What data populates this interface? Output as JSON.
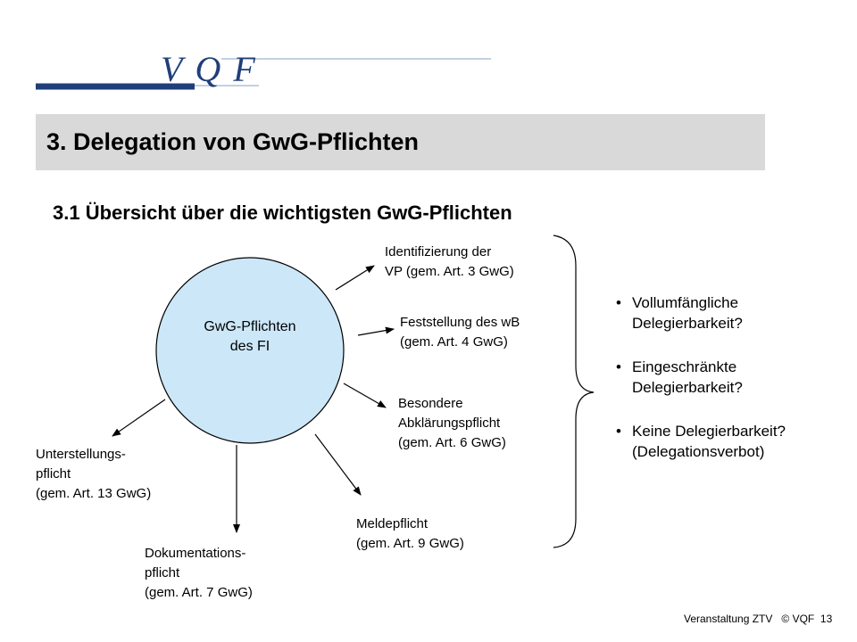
{
  "logo": {
    "text": "VQF",
    "color": "#1f3f7a"
  },
  "header": {
    "title": "3. Delegation von GwG-Pflichten",
    "title_background": "#d9d9d9"
  },
  "subtitle": "3.1 Übersicht über die wichtigsten GwG-Pflichten",
  "diagram": {
    "center": {
      "line1": "GwG-Pflichten",
      "line2": "des FI",
      "fill": "#cce7f8"
    },
    "duties": [
      {
        "lines": [
          "Identifizierung der",
          "VP (gem. Art. 3 GwG)"
        ]
      },
      {
        "lines": [
          "Feststellung des wB",
          "(gem. Art. 4 GwG)"
        ]
      },
      {
        "lines": [
          "Besondere",
          "Abklärungspflicht",
          "(gem. Art. 6 GwG)"
        ]
      },
      {
        "lines": [
          "Meldepflicht",
          "(gem. Art. 9 GwG)"
        ]
      },
      {
        "lines": [
          "Dokumentations-",
          "pflicht",
          "(gem. Art. 7 GwG)"
        ]
      },
      {
        "lines": [
          "Unterstellungs-",
          "pflicht",
          "(gem. Art. 13 GwG)"
        ]
      }
    ]
  },
  "options": [
    {
      "line1": "Vollumfängliche",
      "line2": "Delegierbarkeit?"
    },
    {
      "line1": "Eingeschränkte",
      "line2": "Delegierbarkeit?"
    },
    {
      "line1": "Keine Delegierbarkeit?",
      "line2": "(Delegationsverbot)"
    }
  ],
  "footer": {
    "event": "Veranstaltung ZTV",
    "copyright": "© VQF",
    "page": "13"
  }
}
